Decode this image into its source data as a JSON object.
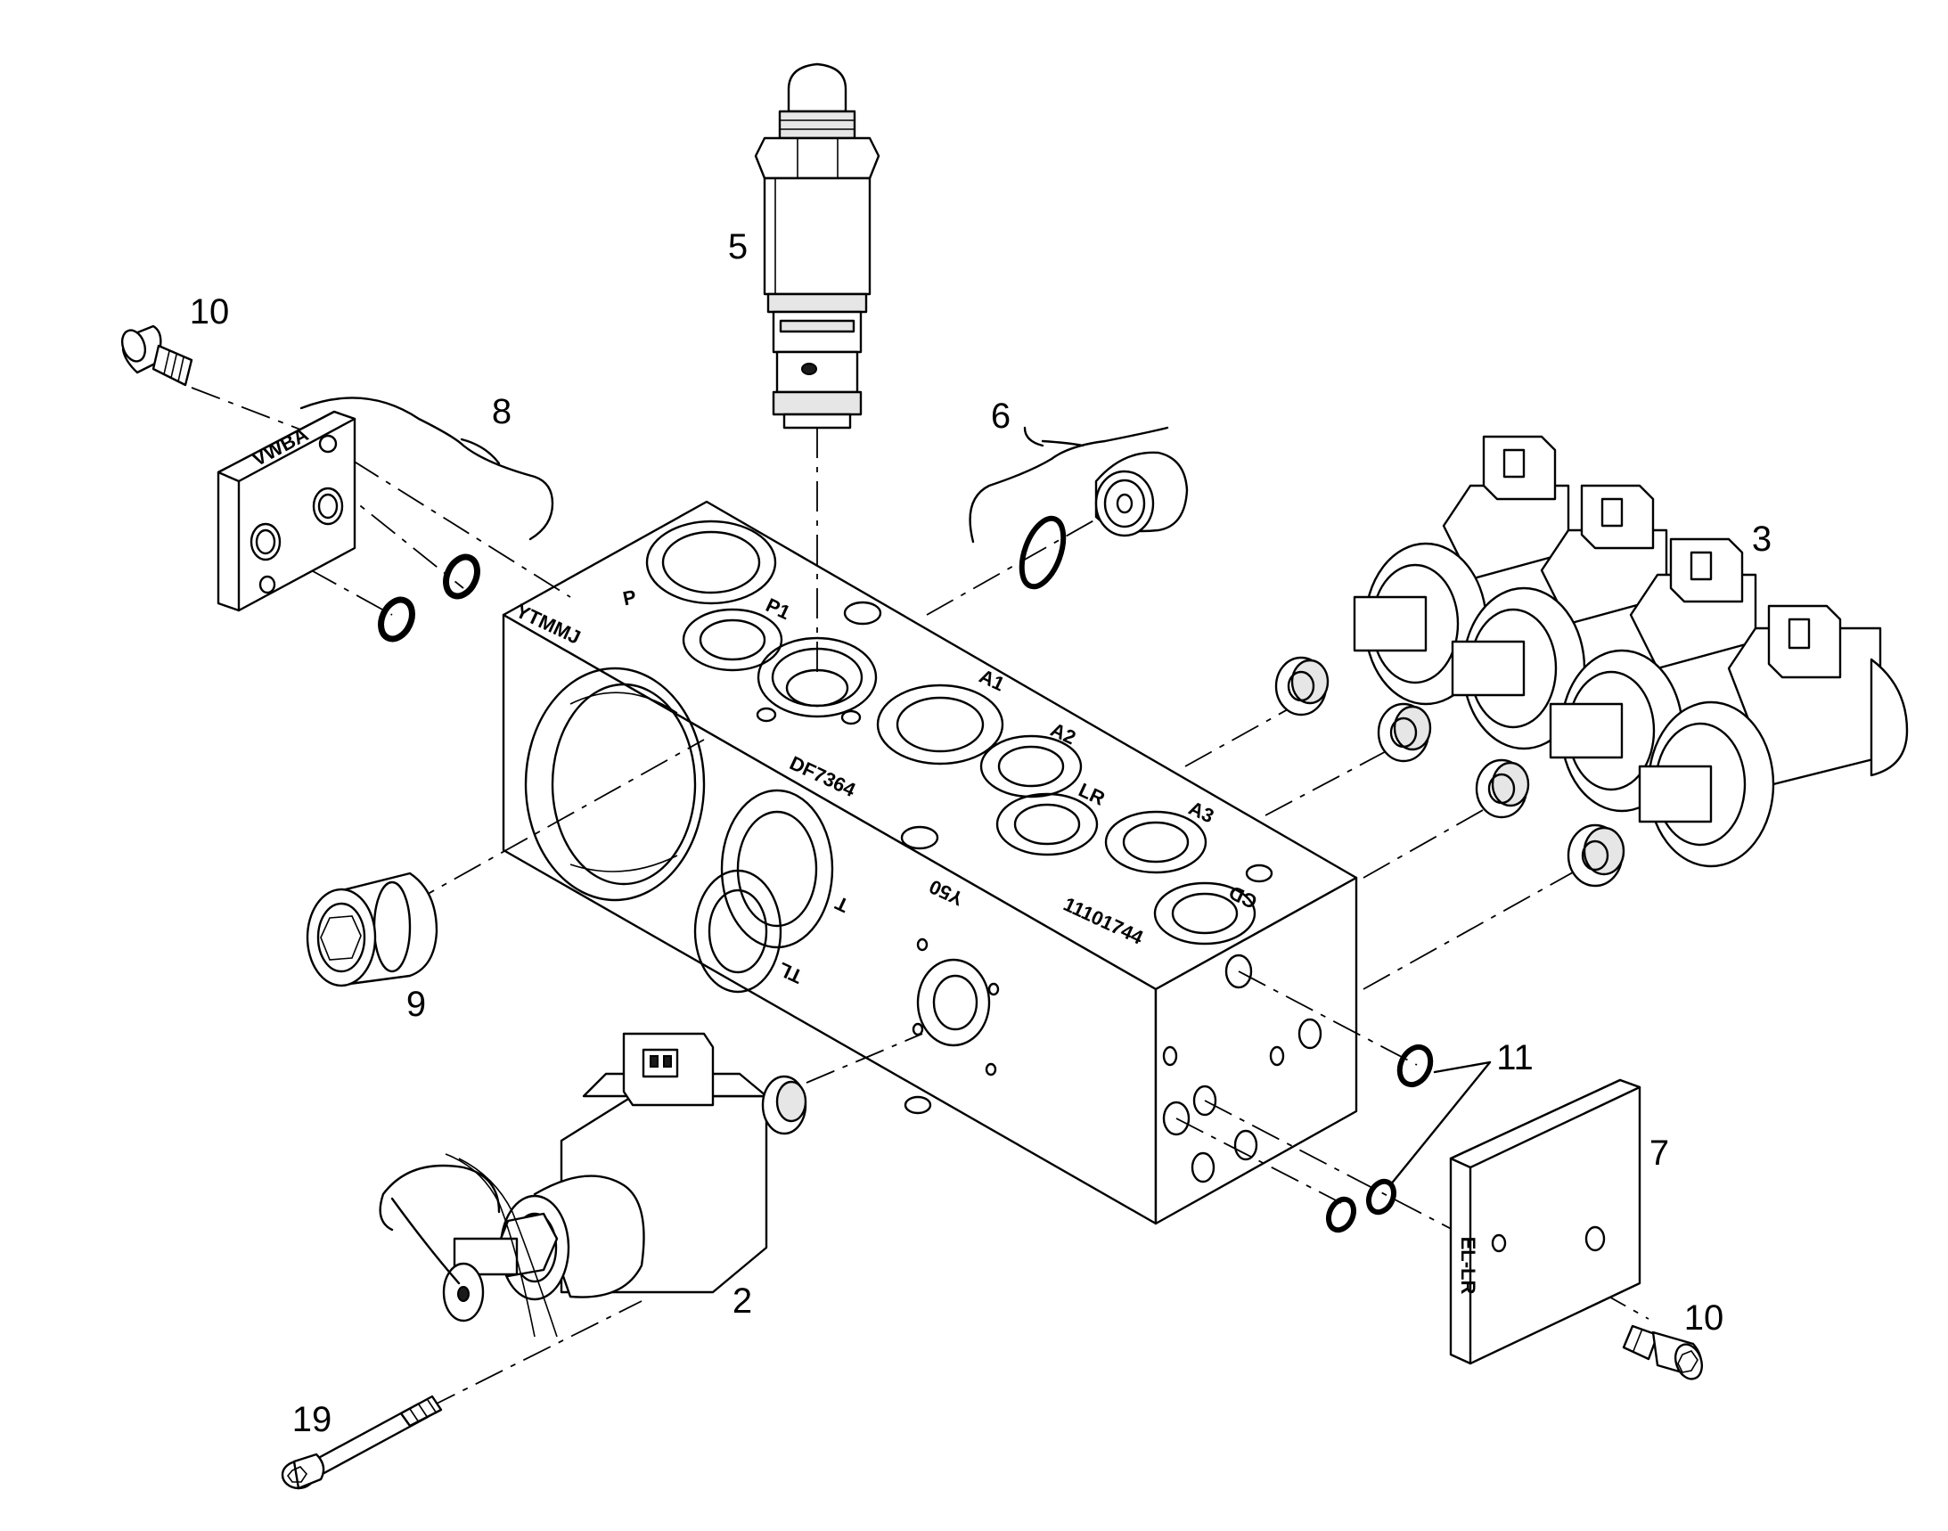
{
  "callouts": [
    {
      "id": "5",
      "text": "5"
    },
    {
      "id": "10a",
      "text": "10"
    },
    {
      "id": "8",
      "text": "8"
    },
    {
      "id": "6",
      "text": "6"
    },
    {
      "id": "3",
      "text": "3"
    },
    {
      "id": "9",
      "text": "9"
    },
    {
      "id": "11",
      "text": "11"
    },
    {
      "id": "7",
      "text": "7"
    },
    {
      "id": "2",
      "text": "2"
    },
    {
      "id": "10b",
      "text": "10"
    },
    {
      "id": "19",
      "text": "19"
    }
  ],
  "block_markings": {
    "port_p": "P",
    "port_p1": "P1",
    "port_a1": "A1",
    "port_a2": "A2",
    "port_lr": "LR",
    "port_a3": "A3",
    "port_cd": "CD",
    "port_t": "T",
    "port_tl": "TL",
    "code_df": "DF7364",
    "code_y50": "Y50",
    "code_part": "11101744",
    "code_top": "YTMMJ"
  },
  "plate_markings": {
    "plate_8": "VWBA",
    "plate_7": "EL-LR"
  }
}
